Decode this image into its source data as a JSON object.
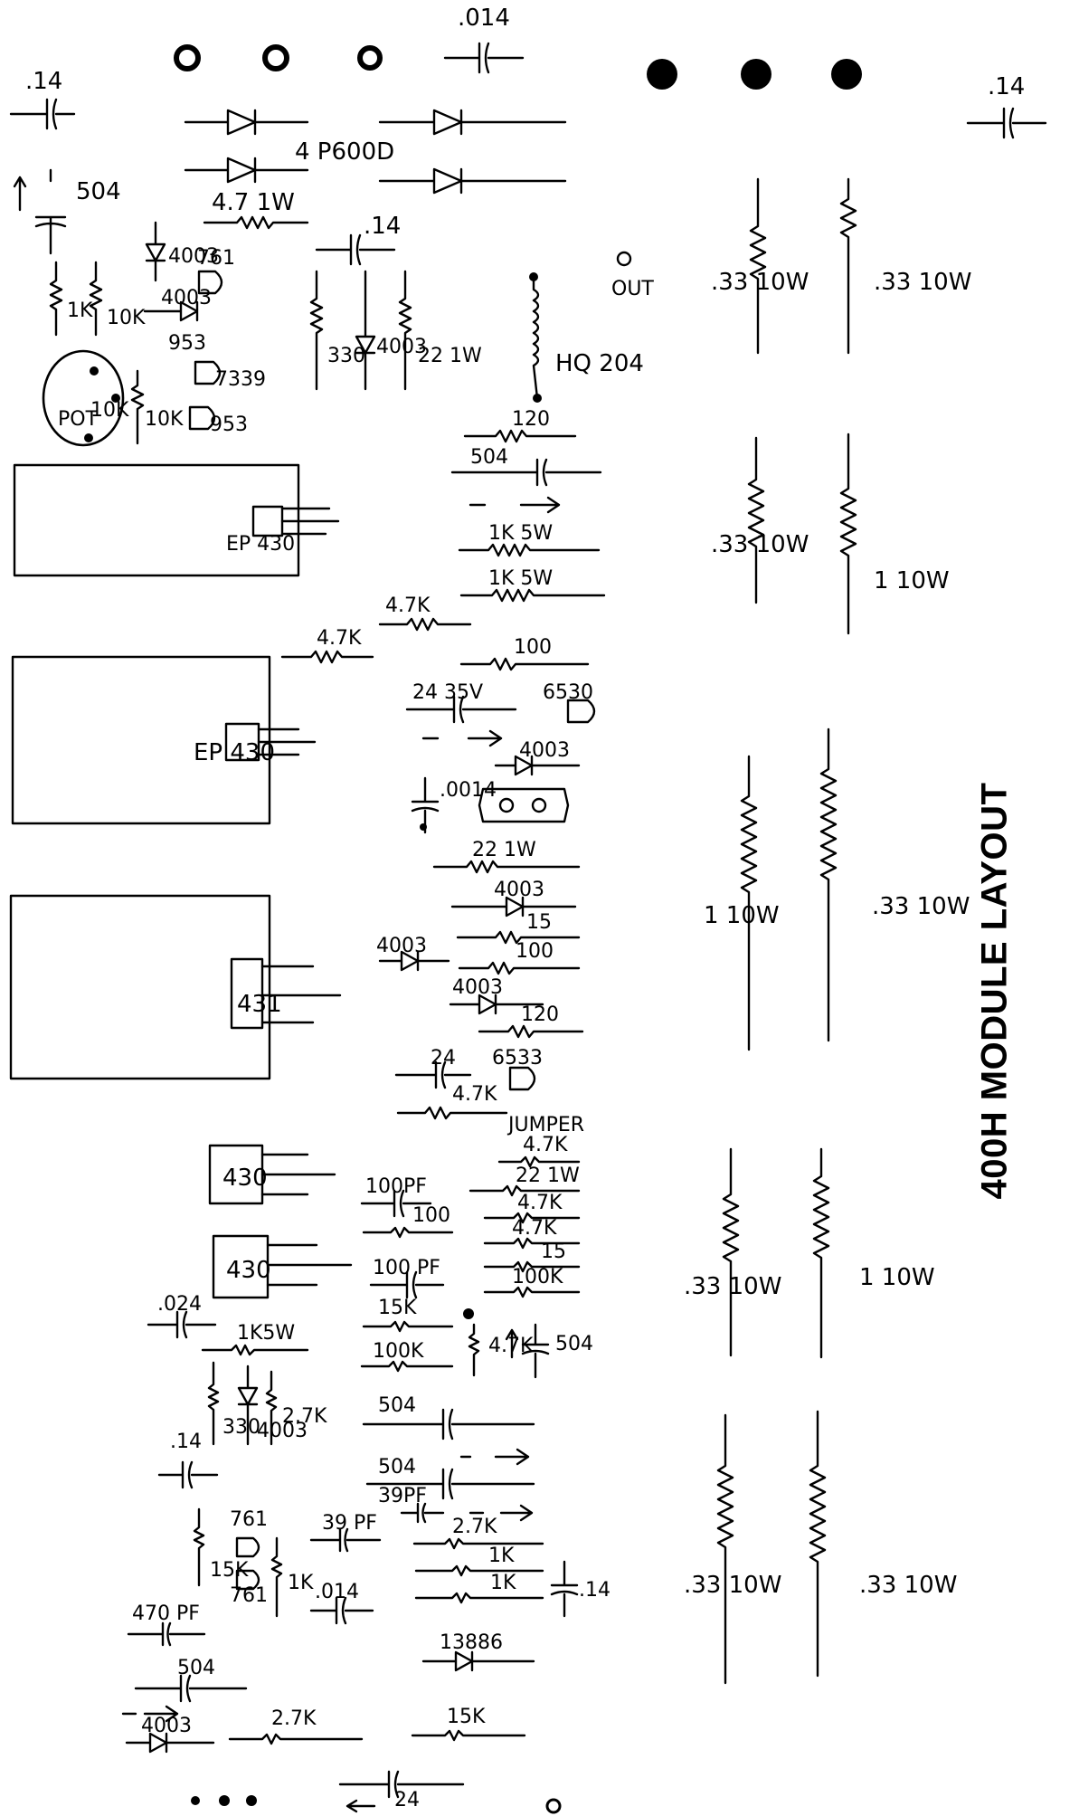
{
  "title": "400H MODULE LAYOUT",
  "colors": {
    "ink": "#000000",
    "paper": "#ffffff"
  },
  "top": {
    "cap_left": ".14",
    "cap_top": ".014",
    "cap_right": ".14",
    "diode_group": "4 P600D",
    "res_4_7": "4.7 1W",
    "cap_504": "504",
    "res_1k": "1K",
    "res_10k": "10K",
    "diode_4003_a": "4003",
    "diode_761": "761",
    "diode_4003_b": "4003",
    "diode_953_a": "953",
    "diode_7339": "7339",
    "diode_953_b": "953",
    "pot_label": "POT",
    "pot_value": "10K",
    "res_10k_b": "10K",
    "cap_14_mid": ".14",
    "res_330": "330",
    "diode_4003_c": "4003",
    "res_22": "22 1W",
    "choke": "HQ 204",
    "out_label": "OUT"
  },
  "middle": {
    "transistor_1": "EP 430",
    "transistor_2": "EP 430",
    "transistor_3": "431",
    "res_120": "120",
    "cap_504": "504",
    "res_1k5w_a": "1K 5W",
    "res_1k5w_b": "1K 5W",
    "res_4_7k_a": "4.7K",
    "res_4_7k_b": "4.7K",
    "res_100": "100",
    "cap_24_35v": "24 35V",
    "diode_6530": "6530",
    "diode_4003_a": "4003",
    "cap_0014": ".0014",
    "res_22_1w": "22 1W",
    "diode_4003_b": "4003",
    "res_15": "15",
    "diode_4003_c": "4003",
    "res_100_b": "100",
    "diode_4003_d": "4003",
    "res_120_b": "120",
    "cap_24": "24",
    "diode_6533": "6533",
    "res_4_7k_c": "4.7K"
  },
  "lower": {
    "jumper": "JUMPER",
    "res_4_7k_a": "4.7K",
    "res_22_1w": "22 1W",
    "res_4_7k_b": "4.7K",
    "res_4_7k_c": "4.7K",
    "res_15": "15",
    "res_100k_a": "100K",
    "res_100k_b": "100K",
    "res_15k": "15K",
    "res_4_7k_d": "4.7K",
    "cap_504_a": "504",
    "cap_100pf_a": "100PF",
    "cap_100pf_b": "100 PF",
    "res_100": "100",
    "ic_430_a": "430",
    "ic_430_b": "430",
    "cap_024": ".024",
    "res_1k5w": "1K5W",
    "res_330": "330",
    "diode_4003": "4003",
    "res_2_7k_a": "2.7K",
    "cap_504_b": "504",
    "cap_504_c": "504",
    "cap_39pf_a": "39PF",
    "cap_14_a": ".14",
    "cap_39pf_b": "39 PF",
    "res_2_7k_b": "2.7K",
    "res_1k_a": "1K",
    "res_1k_b": "1K",
    "cap_14_b": ".14",
    "res_15k_b": "15K",
    "diode_761_a": "761",
    "diode_761_b": "761",
    "res_1k_c": "1K",
    "cap_014": ".014",
    "cap_470pf": "470 PF",
    "diode_13886": "13886",
    "cap_504_d": "504",
    "diode_4003_b": "4003",
    "res_2_7k_c": "2.7K",
    "res_15k_c": "15K",
    "cap_24": "24"
  },
  "power": {
    "r1": ".33 10W",
    "r2": ".33 10W",
    "r3": ".33 10W",
    "r4": "1 10W",
    "r5": "1 10W",
    "r6": ".33 10W",
    "r7": ".33 10W",
    "r8": "1 10W",
    "r9": ".33 10W",
    "r10": ".33 10W"
  }
}
